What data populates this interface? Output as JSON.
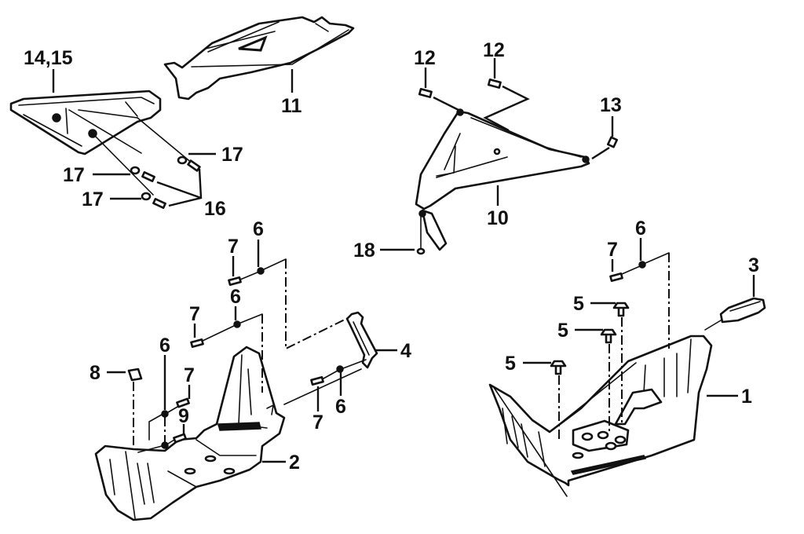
{
  "diagram": {
    "type": "exploded-parts-diagram",
    "callouts": [
      {
        "id": "c14",
        "text": "14,15"
      },
      {
        "id": "c11",
        "text": "11"
      },
      {
        "id": "c17a",
        "text": "17"
      },
      {
        "id": "c17b",
        "text": "17"
      },
      {
        "id": "c17c",
        "text": "17"
      },
      {
        "id": "c16",
        "text": "16"
      },
      {
        "id": "c12a",
        "text": "12"
      },
      {
        "id": "c12b",
        "text": "12"
      },
      {
        "id": "c13",
        "text": "13"
      },
      {
        "id": "c10",
        "text": "10"
      },
      {
        "id": "c18",
        "text": "18"
      },
      {
        "id": "c7a",
        "text": "7"
      },
      {
        "id": "c6a",
        "text": "6"
      },
      {
        "id": "c7b",
        "text": "7"
      },
      {
        "id": "c6b",
        "text": "6"
      },
      {
        "id": "c6c",
        "text": "6"
      },
      {
        "id": "c7c",
        "text": "7"
      },
      {
        "id": "c8",
        "text": "8"
      },
      {
        "id": "c9",
        "text": "9"
      },
      {
        "id": "c4",
        "text": "4"
      },
      {
        "id": "c7d",
        "text": "7"
      },
      {
        "id": "c6d",
        "text": "6"
      },
      {
        "id": "c2",
        "text": "2"
      },
      {
        "id": "c7e",
        "text": "7"
      },
      {
        "id": "c6e",
        "text": "6"
      },
      {
        "id": "c3",
        "text": "3"
      },
      {
        "id": "c5a",
        "text": "5"
      },
      {
        "id": "c5b",
        "text": "5"
      },
      {
        "id": "c5c",
        "text": "5"
      },
      {
        "id": "c1",
        "text": "1"
      }
    ]
  }
}
